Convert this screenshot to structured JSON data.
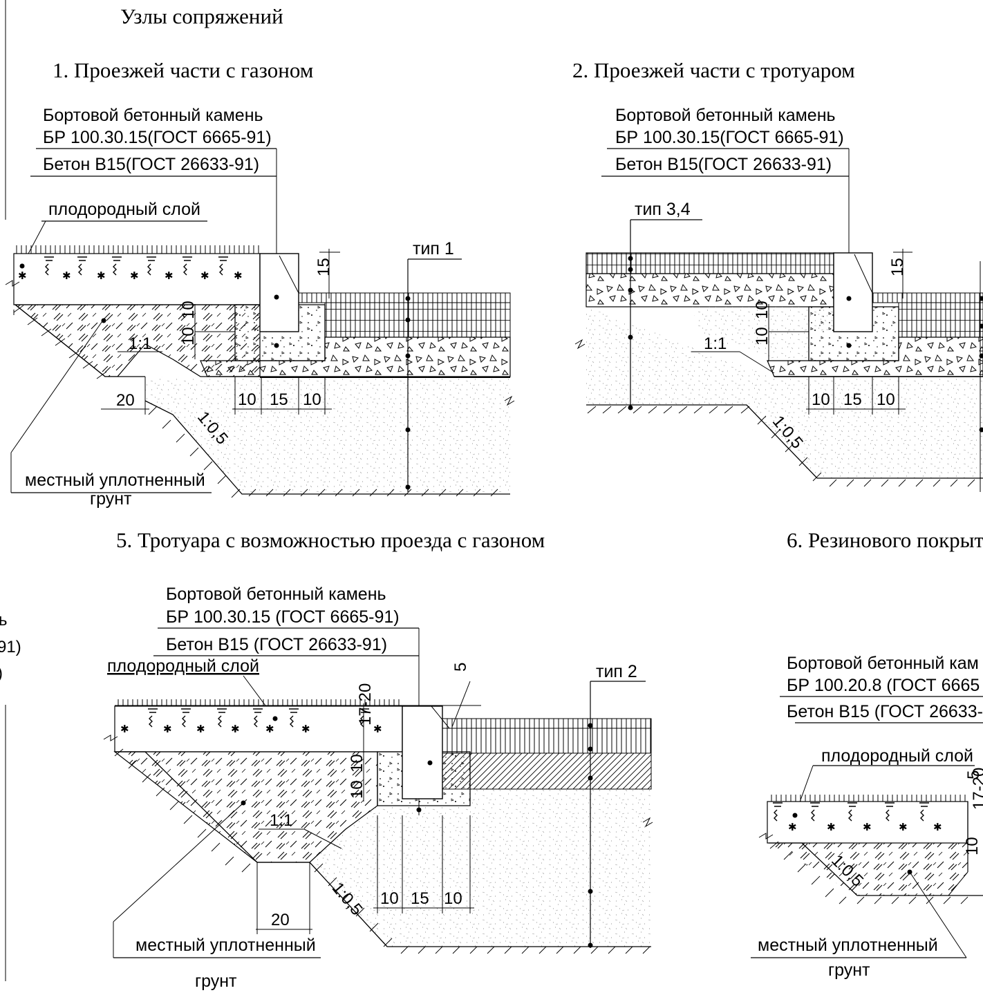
{
  "page_title": "Узлы сопряжений",
  "details": {
    "d1": {
      "title": "1. Проезжей части с газоном",
      "curb_line1": "Бортовой бетонный камень",
      "curb_line2": "БР 100.30.15(ГОСТ 6665-91)",
      "concrete": "Бетон В15(ГОСТ 26633-91)",
      "fertile": "плодородный слой",
      "type_label": "тип 1",
      "soil_line1": "местный уплотненный",
      "soil_line2": "грунт",
      "dims": {
        "top": "15",
        "v1": "10",
        "v2": "10",
        "slope_a": "1:1",
        "slope_b": "1:0,5",
        "w": "20",
        "h1": "10",
        "h2": "15",
        "h3": "10"
      }
    },
    "d2": {
      "title": "2. Проезжей части с тротуаром",
      "curb_line1": "Бортовой бетонный камень",
      "curb_line2": "БР 100.30.15(ГОСТ 6665-91)",
      "concrete": "Бетон В15(ГОСТ 26633-91)",
      "type_label": "тип 3,4",
      "dims": {
        "top": "15",
        "v1": "10",
        "v2": "10",
        "slope_a": "1:1",
        "slope_b": "1:0,5",
        "h1": "10",
        "h2": "15",
        "h3": "10"
      }
    },
    "d5": {
      "title": "5. Тротуара с возможностью проезда с газоном",
      "curb_line1": "Бортовой бетонный камень",
      "curb_line2": "БР 100.30.15 (ГОСТ 6665-91)",
      "concrete": "Бетон В15 (ГОСТ 26633-91)",
      "fertile": "плодородный слой",
      "type_label": "тип 2",
      "soil_line1": "местный уплотненный",
      "soil_line2": "грунт",
      "dims": {
        "top": "5",
        "v_top": "17-20",
        "v1": "10",
        "v2": "10",
        "slope_a": "1:1",
        "slope_b": "1:0,5",
        "w": "20",
        "h1": "10",
        "h2": "15",
        "h3": "10"
      }
    },
    "d6": {
      "title": "6. Резинового покрыт",
      "curb_line1": "Бортовой бетонный кам",
      "curb_line2": "БР 100.20.8 (ГОСТ 6665",
      "concrete": "Бетон В15 (ГОСТ 26633-",
      "fertile": "плодородный слой",
      "soil_line1": "местный уплотненный",
      "soil_line2": "грунт",
      "dims": {
        "top": "5",
        "v_top": "17-20",
        "v1": "10",
        "slope_b": "1:0,5"
      }
    }
  },
  "left_edge_fragments": {
    "a": "ь",
    "b": "91)",
    "c": ")"
  }
}
